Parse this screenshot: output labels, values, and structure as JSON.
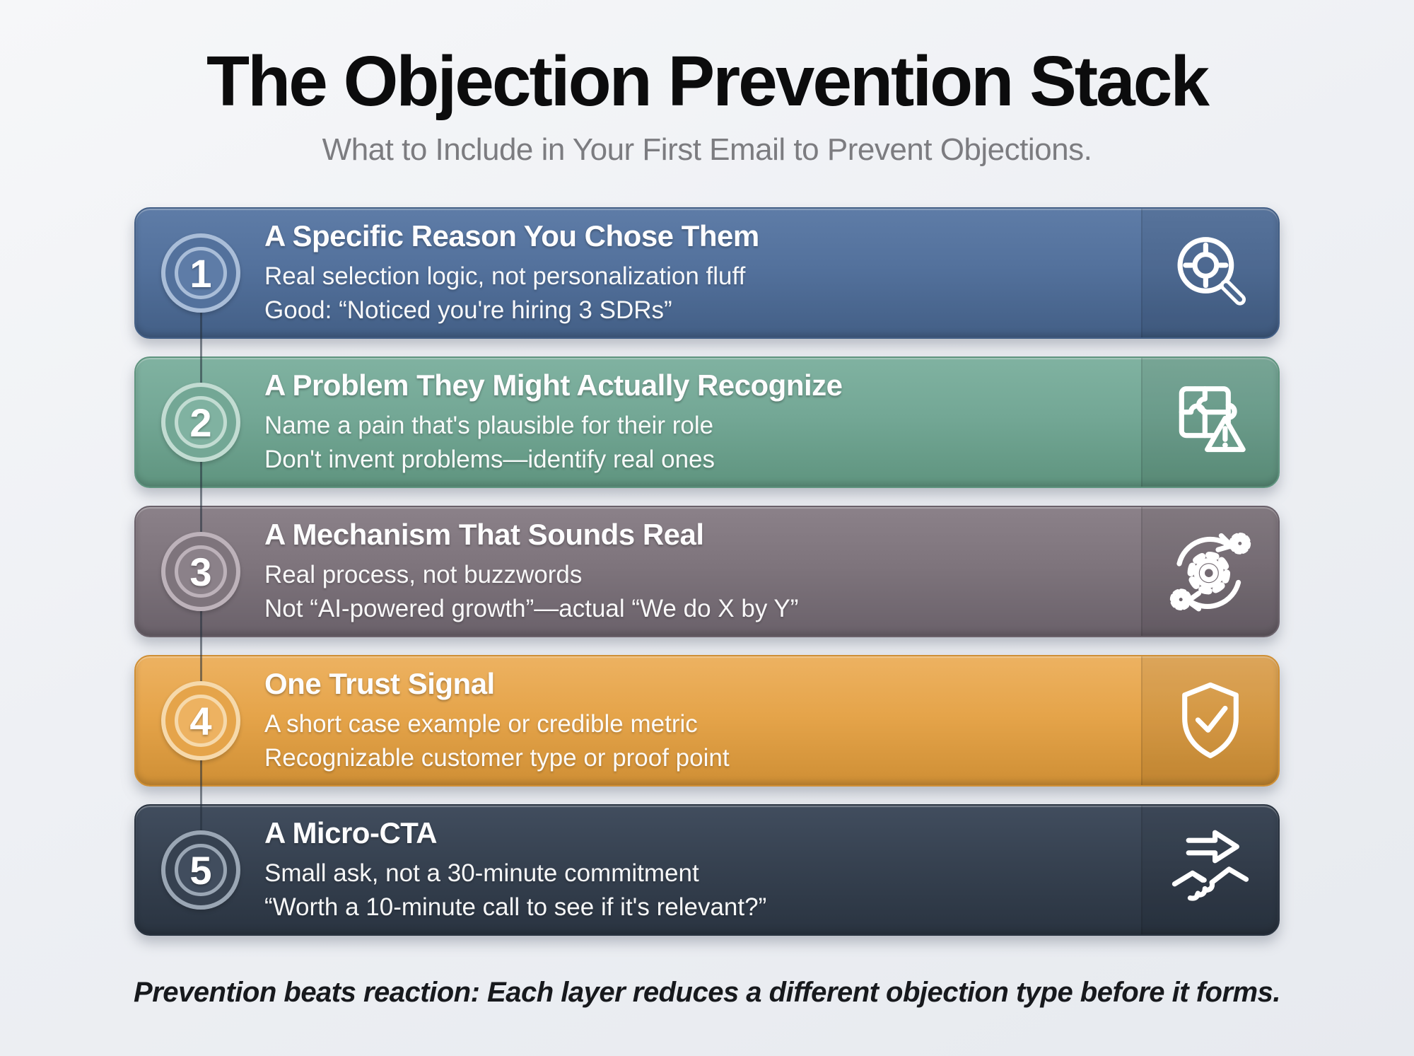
{
  "page": {
    "title": "The Objection Prevention Stack",
    "subtitle": "What to Include in Your First Email to Prevent Objections.",
    "footer": "Prevention beats reaction: Each layer reduces a different objection type before it forms.",
    "background_color": "#eef0f4"
  },
  "stack": {
    "items": [
      {
        "number": "1",
        "title": "A Specific Reason You Chose Them",
        "line1": "Real selection logic, not personalization fluff",
        "line2": "Good: “Noticed you're hiring 3 SDRs”",
        "icon": "magnifier-target-icon",
        "colors": {
          "base": "#53719c",
          "light": "#5e7ca7",
          "dark": "#435f86",
          "ring": "#a9bdd8",
          "panel": "#4b6890"
        }
      },
      {
        "number": "2",
        "title": "A Problem They Might Actually Recognize",
        "line1": "Name a pain that's plausible for their role",
        "line2": "Don't invent problems—identify real ones",
        "icon": "puzzle-warning-icon",
        "colors": {
          "base": "#73a795",
          "light": "#80b2a1",
          "dark": "#5f947f",
          "ring": "#c2dcd2",
          "panel": "#699c8a"
        }
      },
      {
        "number": "3",
        "title": "A Mechanism That Sounds Real",
        "line1": "Real process, not buzzwords",
        "line2": "Not “AI-powered growth”—actual “We do X by Y”",
        "icon": "process-gears-icon",
        "colors": {
          "base": "#7e747c",
          "light": "#8b8189",
          "dark": "#6a616a",
          "ring": "#bdb2ba",
          "panel": "#746b73"
        }
      },
      {
        "number": "4",
        "title": "One Trust Signal",
        "line1": "A short case example or credible metric",
        "line2": "Recognizable customer type or proof point",
        "icon": "shield-check-icon",
        "colors": {
          "base": "#e5a44a",
          "light": "#edb261",
          "dark": "#cf8f35",
          "ring": "#f6d9ab",
          "panel": "#d9993f"
        }
      },
      {
        "number": "5",
        "title": "A Micro-CTA",
        "line1": "Small ask, not a 30-minute commitment",
        "line2": "“Worth a 10-minute call to see if it's relevant?”",
        "icon": "arrow-handshake-icon",
        "colors": {
          "base": "#364150",
          "light": "#414d5e",
          "dark": "#2a3441",
          "ring": "#9aa6b4",
          "panel": "#313b49"
        }
      }
    ]
  }
}
